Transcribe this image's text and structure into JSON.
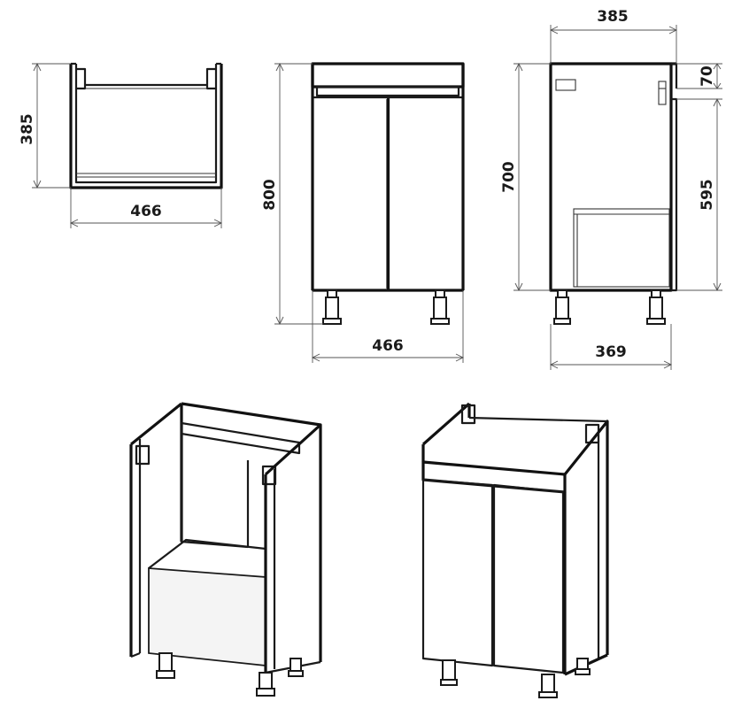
{
  "dimensions": {
    "top_depth": "385",
    "top_width": "466",
    "front_height": "800",
    "front_width": "466",
    "side_depth_top": "385",
    "side_height": "700",
    "side_top_gap": "70",
    "side_inner_height": "595",
    "side_depth_bottom": "369"
  }
}
